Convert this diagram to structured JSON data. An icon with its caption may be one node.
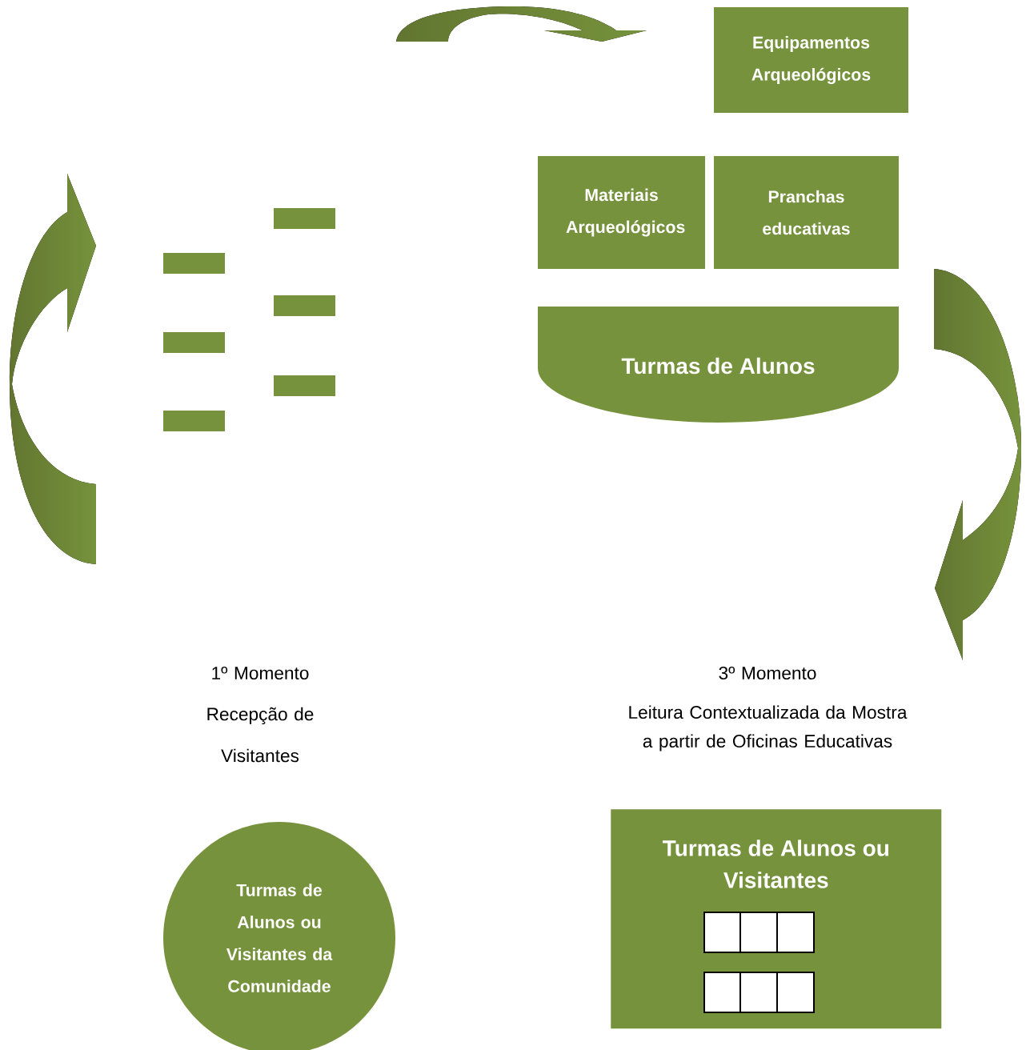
{
  "diagram": {
    "nodes": [
      {
        "text": [
          "Equipamentos Arqueológicos"
        ]
      },
      {
        "text": [
          "Materiais Arqueológicos"
        ]
      },
      {
        "text": [
          "Pranchas educativas"
        ]
      },
      {
        "text": [
          "Turmas de Alunos"
        ]
      },
      {
        "text": [
          "Turmas de Alunos ou Visitantes da Comunidade"
        ]
      },
      {
        "text": [
          "Turmas de Alunos ou Visitantes"
        ]
      },
      {
        "text": [],
        "shape": "bar"
      },
      {
        "text": [],
        "shape": "bar"
      },
      {
        "text": [],
        "shape": "bar"
      },
      {
        "text": [],
        "shape": "bar"
      },
      {
        "text": [],
        "shape": "bar"
      },
      {
        "text": [],
        "shape": "bar"
      },
      {
        "text": [],
        "shape": "box",
        "in": 5
      },
      {
        "text": [],
        "shape": "box",
        "in": 5
      },
      {
        "text": [],
        "shape": "box",
        "in": 5
      },
      {
        "text": [],
        "shape": "box",
        "in": 5
      },
      {
        "text": [],
        "shape": "box",
        "in": 5
      },
      {
        "text": [],
        "shape": "box",
        "in": 5
      }
    ],
    "labels": [
      "1º Momento",
      "Recepção de Visitantes",
      "3º Momento",
      "Leitura Contextualizada da Mostra a partir de Oficinas Educativas"
    ]
  }
}
